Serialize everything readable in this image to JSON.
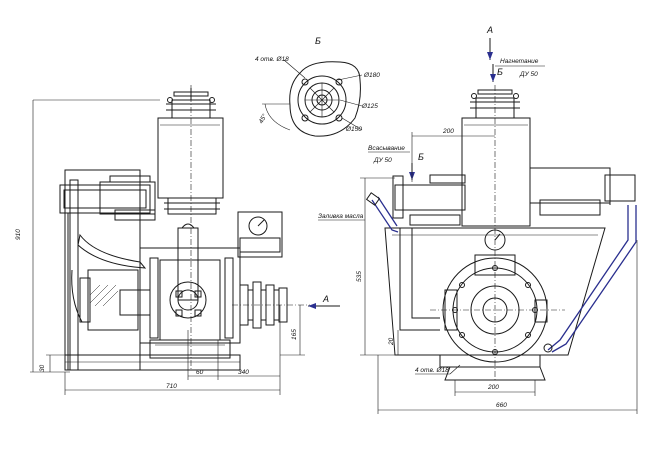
{
  "view_markers": {
    "section_b_top": "Б",
    "arrow_a_top": "А",
    "arrow_b_top": "Б",
    "arrow_a_side": "А",
    "arrow_b_inlet": "Б"
  },
  "labels": {
    "discharge": "Нагнетание",
    "discharge_dn": "ДУ 50",
    "suction": "Всасывание",
    "suction_dn": "ДУ 50",
    "oil_fill": "Заливка масла",
    "holes_top": "4 отв. Ø18",
    "holes_bottom": "4 отв. Ø18"
  },
  "dimensions": {
    "left_height": "910",
    "left_base": "30",
    "left_width": "710",
    "left_offset_60": "60",
    "left_offset_340": "340",
    "left_shaft_height": "165",
    "right_top_200": "200",
    "right_height_535": "535",
    "right_height_20": "20",
    "right_base_200": "200",
    "right_width_660": "660",
    "flange_d1": "Ø180",
    "flange_d2": "Ø125",
    "flange_d3": "Ø150",
    "flange_angle": "45°"
  }
}
